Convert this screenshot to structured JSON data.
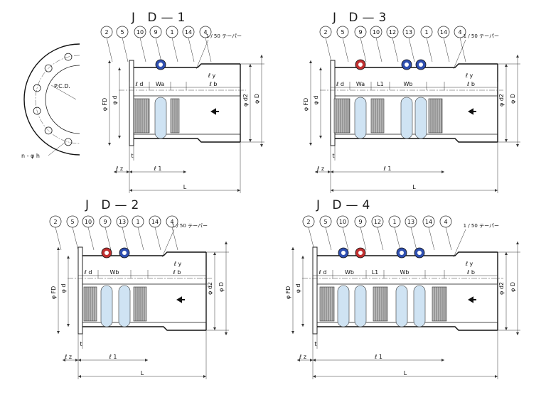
{
  "figures": [
    {
      "id": "jd1",
      "title": "J D—1",
      "part_numbers": [
        "2",
        "5",
        "10",
        "9",
        "1",
        "14",
        "4"
      ],
      "taper_label": "1 / 50 テーパー",
      "sections": [
        "ℓ d",
        "Wa",
        "ℓ b"
      ],
      "labels": {
        "ly": "ℓ y",
        "fd": "φ FD",
        "d": "φ d",
        "d2": "φ d2",
        "D": "φ D",
        "t": "t",
        "lz": "ℓ z",
        "l1": "ℓ 1",
        "L": "L"
      }
    },
    {
      "id": "jd3",
      "title": "J D—3",
      "part_numbers": [
        "2",
        "5",
        "9",
        "10",
        "12",
        "13",
        "1",
        "14",
        "4"
      ],
      "taper_label": "1 / 50 テーパー",
      "sections": [
        "ℓ d",
        "Wa",
        "L1",
        "Wb",
        "ℓ b"
      ],
      "labels": {
        "ly": "ℓ y",
        "fd": "φ FD",
        "d": "φ d",
        "d2": "φ d2",
        "D": "φ D",
        "t": "t",
        "lz": "ℓ z",
        "l1": "ℓ 1",
        "L": "L"
      }
    },
    {
      "id": "jd2",
      "title": "J D—2",
      "part_numbers": [
        "2",
        "5",
        "10",
        "9",
        "13",
        "1",
        "14",
        "4"
      ],
      "taper_label": "1 / 50 テーパー",
      "sections": [
        "ℓ d",
        "Wb",
        "ℓ b"
      ],
      "labels": {
        "ly": "ℓ y",
        "fd": "φ FD",
        "d": "φ d",
        "d2": "φ d2",
        "D": "φ D",
        "t": "t",
        "lz": "ℓ z",
        "l1": "ℓ 1",
        "L": "L"
      }
    },
    {
      "id": "jd4",
      "title": "J D—4",
      "part_numbers": [
        "2",
        "5",
        "10",
        "9",
        "12",
        "1",
        "13",
        "14",
        "4"
      ],
      "taper_label": "1 / 50 テーパー",
      "sections": [
        "ℓ d",
        "Wb",
        "L1",
        "Wb",
        "ℓ b"
      ],
      "labels": {
        "ly": "ℓ y",
        "fd": "φ FD",
        "d": "φ d",
        "d2": "φ d2",
        "D": "φ D",
        "t": "t",
        "lz": "ℓ z",
        "l1": "ℓ 1",
        "L": "L"
      }
    }
  ],
  "flange_view": {
    "pcd_label": "P.C.D.",
    "hole_label": "n - φ h"
  },
  "colors": {
    "line": "#222222",
    "hatch": "#bbbbbb",
    "seal": "#cfe3f3",
    "tube_blue": "#2f4fb0",
    "tube_red": "#c03030"
  }
}
